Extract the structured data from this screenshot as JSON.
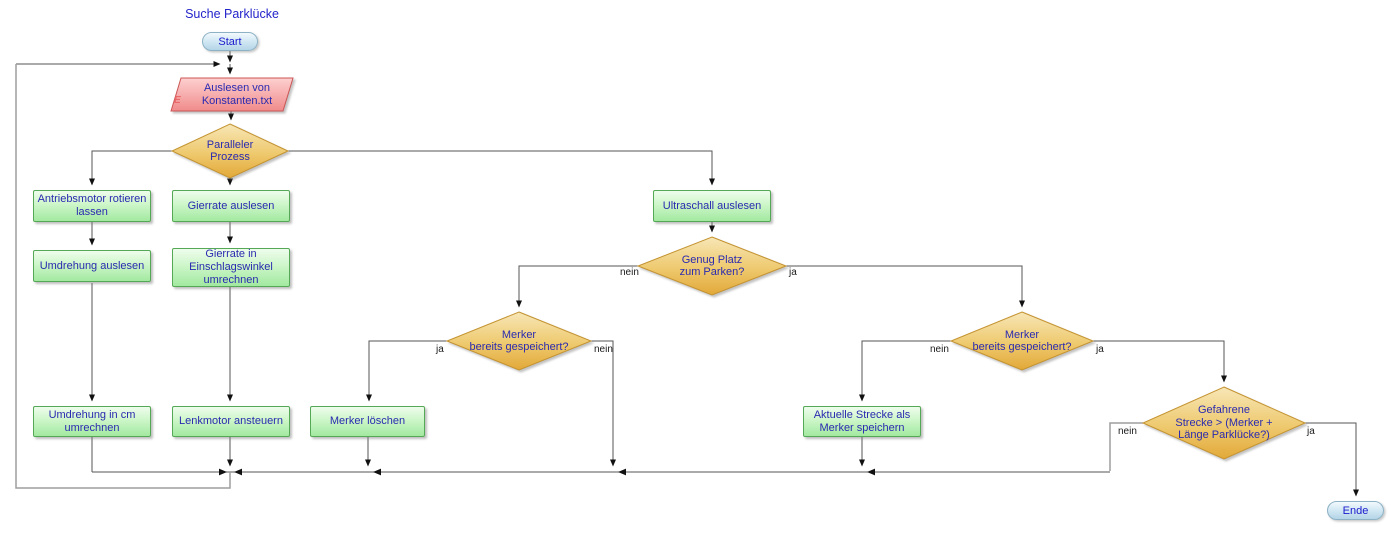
{
  "title": "Suche Parklücke",
  "nodes": {
    "start": {
      "type": "terminal",
      "label": "Start"
    },
    "read_constants": {
      "type": "io",
      "label": "Auslesen von\nKonstanten.txt",
      "watermark": "E"
    },
    "parallel_process": {
      "type": "decision",
      "label": "Paralleler\nProzess"
    },
    "antriebsmotor": {
      "type": "process",
      "label": "Antriebsmotor rotieren\nlassen"
    },
    "gierrate_auslesen": {
      "type": "process",
      "label": "Gierrate auslesen"
    },
    "ultraschall": {
      "type": "process",
      "label": "Ultraschall auslesen"
    },
    "umdrehung_auslesen": {
      "type": "process",
      "label": "Umdrehung auslesen"
    },
    "gierrate_umrechnen": {
      "type": "process",
      "label": "Gierrate in\nEinschlagswinkel\numrechnen"
    },
    "genug_platz": {
      "type": "decision",
      "label": "Genug Platz\nzum Parken?"
    },
    "merker_links": {
      "type": "decision",
      "label": "Merker\nbereits gespeichert?"
    },
    "merker_rechts": {
      "type": "decision",
      "label": "Merker\nbereits gespeichert?"
    },
    "gefahrene_strecke": {
      "type": "decision",
      "label": "Gefahrene\nStrecke > (Merker +\nLänge Parklücke?)"
    },
    "umdrehung_cm": {
      "type": "process",
      "label": "Umdrehung in cm\numrechnen"
    },
    "lenkmotor": {
      "type": "process",
      "label": "Lenkmotor ansteuern"
    },
    "merker_loeschen": {
      "type": "process",
      "label": "Merker löschen"
    },
    "aktuelle_strecke": {
      "type": "process",
      "label": "Aktuelle Strecke als\nMerker speichern"
    },
    "ende": {
      "type": "terminal",
      "label": "Ende"
    }
  },
  "edge_labels": {
    "genug_platz_nein": "nein",
    "genug_platz_ja": "ja",
    "merker_links_ja": "ja",
    "merker_links_nein": "nein",
    "merker_rechts_nein": "nein",
    "merker_rechts_ja": "ja",
    "gefahrene_nein": "nein",
    "gefahrene_ja": "ja"
  },
  "edges": [
    {
      "from": "start",
      "to": "read_constants",
      "label": ""
    },
    {
      "from": "read_constants",
      "to": "parallel_process",
      "label": ""
    },
    {
      "from": "parallel_process",
      "to": "antriebsmotor",
      "label": ""
    },
    {
      "from": "parallel_process",
      "to": "gierrate_auslesen",
      "label": ""
    },
    {
      "from": "parallel_process",
      "to": "ultraschall",
      "label": ""
    },
    {
      "from": "antriebsmotor",
      "to": "umdrehung_auslesen",
      "label": ""
    },
    {
      "from": "umdrehung_auslesen",
      "to": "umdrehung_cm",
      "label": ""
    },
    {
      "from": "gierrate_auslesen",
      "to": "gierrate_umrechnen",
      "label": ""
    },
    {
      "from": "gierrate_umrechnen",
      "to": "lenkmotor",
      "label": ""
    },
    {
      "from": "ultraschall",
      "to": "genug_platz",
      "label": ""
    },
    {
      "from": "genug_platz",
      "to": "merker_links",
      "label": "nein"
    },
    {
      "from": "genug_platz",
      "to": "merker_rechts",
      "label": "ja"
    },
    {
      "from": "merker_links",
      "to": "merker_loeschen",
      "label": "ja"
    },
    {
      "from": "merker_links",
      "to": "merge-loop",
      "label": "nein"
    },
    {
      "from": "merker_rechts",
      "to": "aktuelle_strecke",
      "label": "nein"
    },
    {
      "from": "merker_rechts",
      "to": "gefahrene_strecke",
      "label": "ja"
    },
    {
      "from": "gefahrene_strecke",
      "to": "merge-loop",
      "label": "nein"
    },
    {
      "from": "gefahrene_strecke",
      "to": "ende",
      "label": "ja"
    },
    {
      "from": "umdrehung_cm",
      "to": "merge-loop",
      "label": ""
    },
    {
      "from": "lenkmotor",
      "to": "merge-loop",
      "label": ""
    },
    {
      "from": "merker_loeschen",
      "to": "merge-loop",
      "label": ""
    },
    {
      "from": "aktuelle_strecke",
      "to": "merge-loop",
      "label": ""
    },
    {
      "from": "merge-loop",
      "to": "read_constants",
      "label": ""
    }
  ],
  "colors": {
    "process_fill_top": "#eefdec",
    "process_fill_bottom": "#a2e9a0",
    "process_border": "#55a855",
    "decision_fill_top": "#f6e2ac",
    "decision_fill_bottom": "#e2a838",
    "decision_border": "#c49331",
    "io_fill_top": "#fdd0d0",
    "io_fill_bottom": "#f08b8b",
    "io_border": "#cc5555",
    "terminal_fill_top": "#f3fafd",
    "terminal_fill_bottom": "#b4d5e8",
    "terminal_border": "#8db2c5",
    "node_text": "#2a2ab0",
    "title_text": "#2323cb",
    "connector": "#555555",
    "loopback": "#9e9e9e",
    "edge_label_text": "#1a1a1a"
  }
}
